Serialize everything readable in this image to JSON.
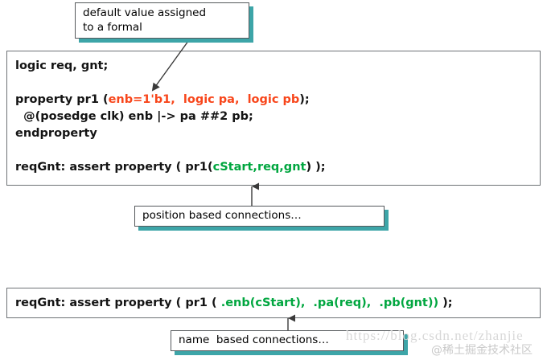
{
  "callouts": [
    {
      "id": "default-value-note",
      "text": "default value assigned\nto a formal"
    },
    {
      "id": "position-based-note",
      "text": "position based connections…"
    },
    {
      "id": "name-based-note",
      "text": "name  based connections…"
    }
  ],
  "code_top": {
    "lines": [
      [
        {
          "t": "logic req, gnt;",
          "c": "plain"
        }
      ],
      [
        {
          "t": "",
          "c": "plain"
        }
      ],
      [
        {
          "t": "property pr1 (",
          "c": "plain"
        },
        {
          "t": "enb=1'b1,  logic pa,  logic pb",
          "c": "orange"
        },
        {
          "t": ");",
          "c": "plain"
        }
      ],
      [
        {
          "t": "  @(posedge clk) enb |-> pa ##2 pb;",
          "c": "plain"
        }
      ],
      [
        {
          "t": "endproperty",
          "c": "plain"
        }
      ],
      [
        {
          "t": "",
          "c": "plain"
        }
      ],
      [
        {
          "t": "reqGnt: assert property ( pr1(",
          "c": "plain"
        },
        {
          "t": "cStart,req,gnt",
          "c": "green"
        },
        {
          "t": ") );",
          "c": "plain"
        }
      ]
    ]
  },
  "code_bottom": {
    "lines": [
      [
        {
          "t": "reqGnt: assert property ( pr1 ( ",
          "c": "plain"
        },
        {
          "t": ".enb(cStart),  .pa(req),  .pb(gnt))",
          "c": "green"
        },
        {
          "t": " );",
          "c": "plain"
        }
      ]
    ]
  },
  "watermark": {
    "url": "https://blog.csdn.net/zhanjie",
    "handle": "@稀土掘金技术社区"
  },
  "colors": {
    "orange": "#f8461b",
    "green": "#00a63f",
    "teal_shadow": "#3da5a8",
    "box_border": "#6e7276"
  }
}
